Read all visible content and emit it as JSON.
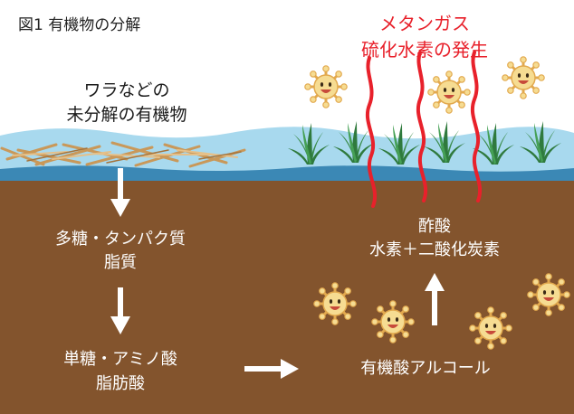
{
  "title": "図1 有機物の分解",
  "colors": {
    "soil": "#83542d",
    "water": "#a8d9ee",
    "water_deep": "#3b88b5",
    "straw": "#c99859",
    "grass": "#3a8b49",
    "gas_wave": "#e8212b",
    "microbe_body": "#f6dc92",
    "microbe_outline": "#e2a94e",
    "arrow": "#ffffff"
  },
  "labels": {
    "straw_line1": "ワラなどの",
    "straw_line2": "未分解の有機物",
    "gas_line1": "メタンガス",
    "gas_line2": "硫化水素の発生",
    "step1_line1": "多糖・タンパク質",
    "step1_line2": "脂質",
    "step2_line1": "単糖・アミノ酸",
    "step2_line2": "脂肪酸",
    "organic_acids": "有機酸アルコール",
    "products_line1": "酢酸",
    "products_line2": "水素＋二酸化炭素"
  }
}
